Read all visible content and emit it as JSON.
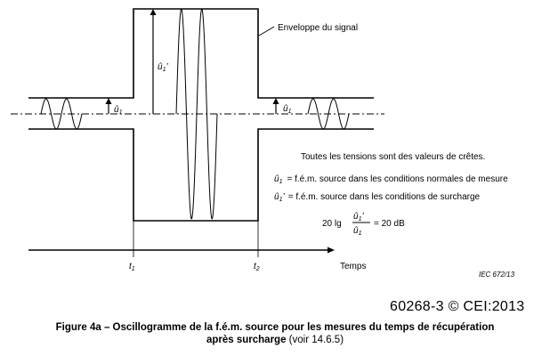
{
  "diagram": {
    "envelope_label": "Enveloppe du signal",
    "u1_symbol": "û",
    "u1_sub": "1",
    "u1_prime": "’",
    "note_all_peak": "Toutes les tensions sont des valeurs de crêtes.",
    "def_u1": "= f.é.m. source dans les conditions normales de mesure",
    "def_u1_prime": "= f.é.m. source dans les conditions de surcharge",
    "ratio_prefix": "20 lg",
    "ratio_result": "= 20 dB",
    "t_symbol": "t",
    "t1_sub": "1",
    "t2_sub": "2",
    "axis_label": "Temps",
    "iec_ref": "IEC   672/13"
  },
  "standard_ref": "60268-3 © CEI:2013",
  "caption": {
    "line1": "Figure 4a – Oscillogramme de la f.é.m. source pour les mesures du temps de récupération",
    "line2_bold": "après surcharge",
    "line2_rest": " (voir 14.6.5)"
  }
}
